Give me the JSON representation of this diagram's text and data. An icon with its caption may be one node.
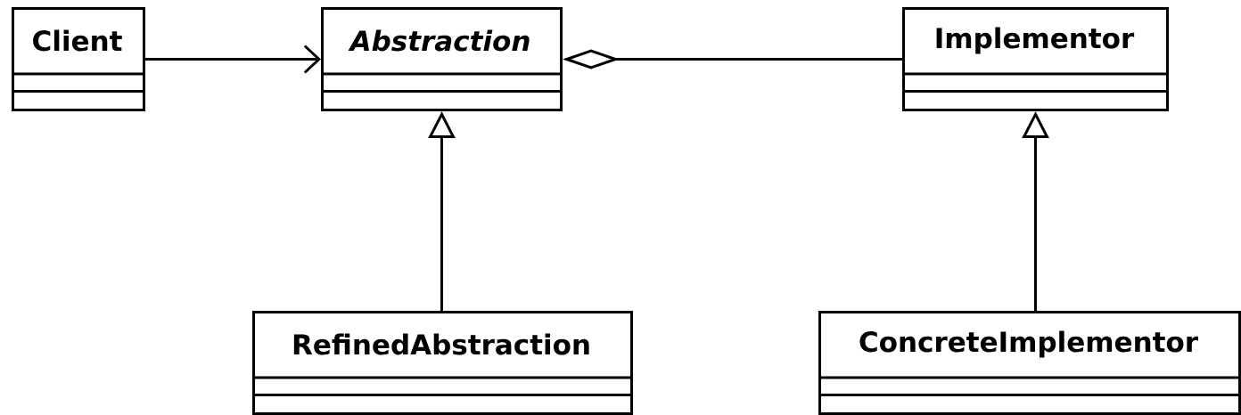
{
  "diagram": {
    "nodes": [
      {
        "text": [
          "Client"
        ]
      },
      {
        "text": [
          "Abstraction"
        ]
      },
      {
        "text": [
          "Implementor"
        ]
      },
      {
        "text": [
          "RefinedAbstraction"
        ]
      },
      {
        "text": [
          "ConcreteImplementor"
        ]
      }
    ],
    "edges": [
      {
        "from": 0,
        "to": 1,
        "arrow": "to"
      },
      {
        "from": 1,
        "to": 2,
        "arrow": "other"
      },
      {
        "from": 3,
        "to": 1,
        "arrow": "to"
      },
      {
        "from": 4,
        "to": 2,
        "arrow": "to"
      }
    ]
  }
}
